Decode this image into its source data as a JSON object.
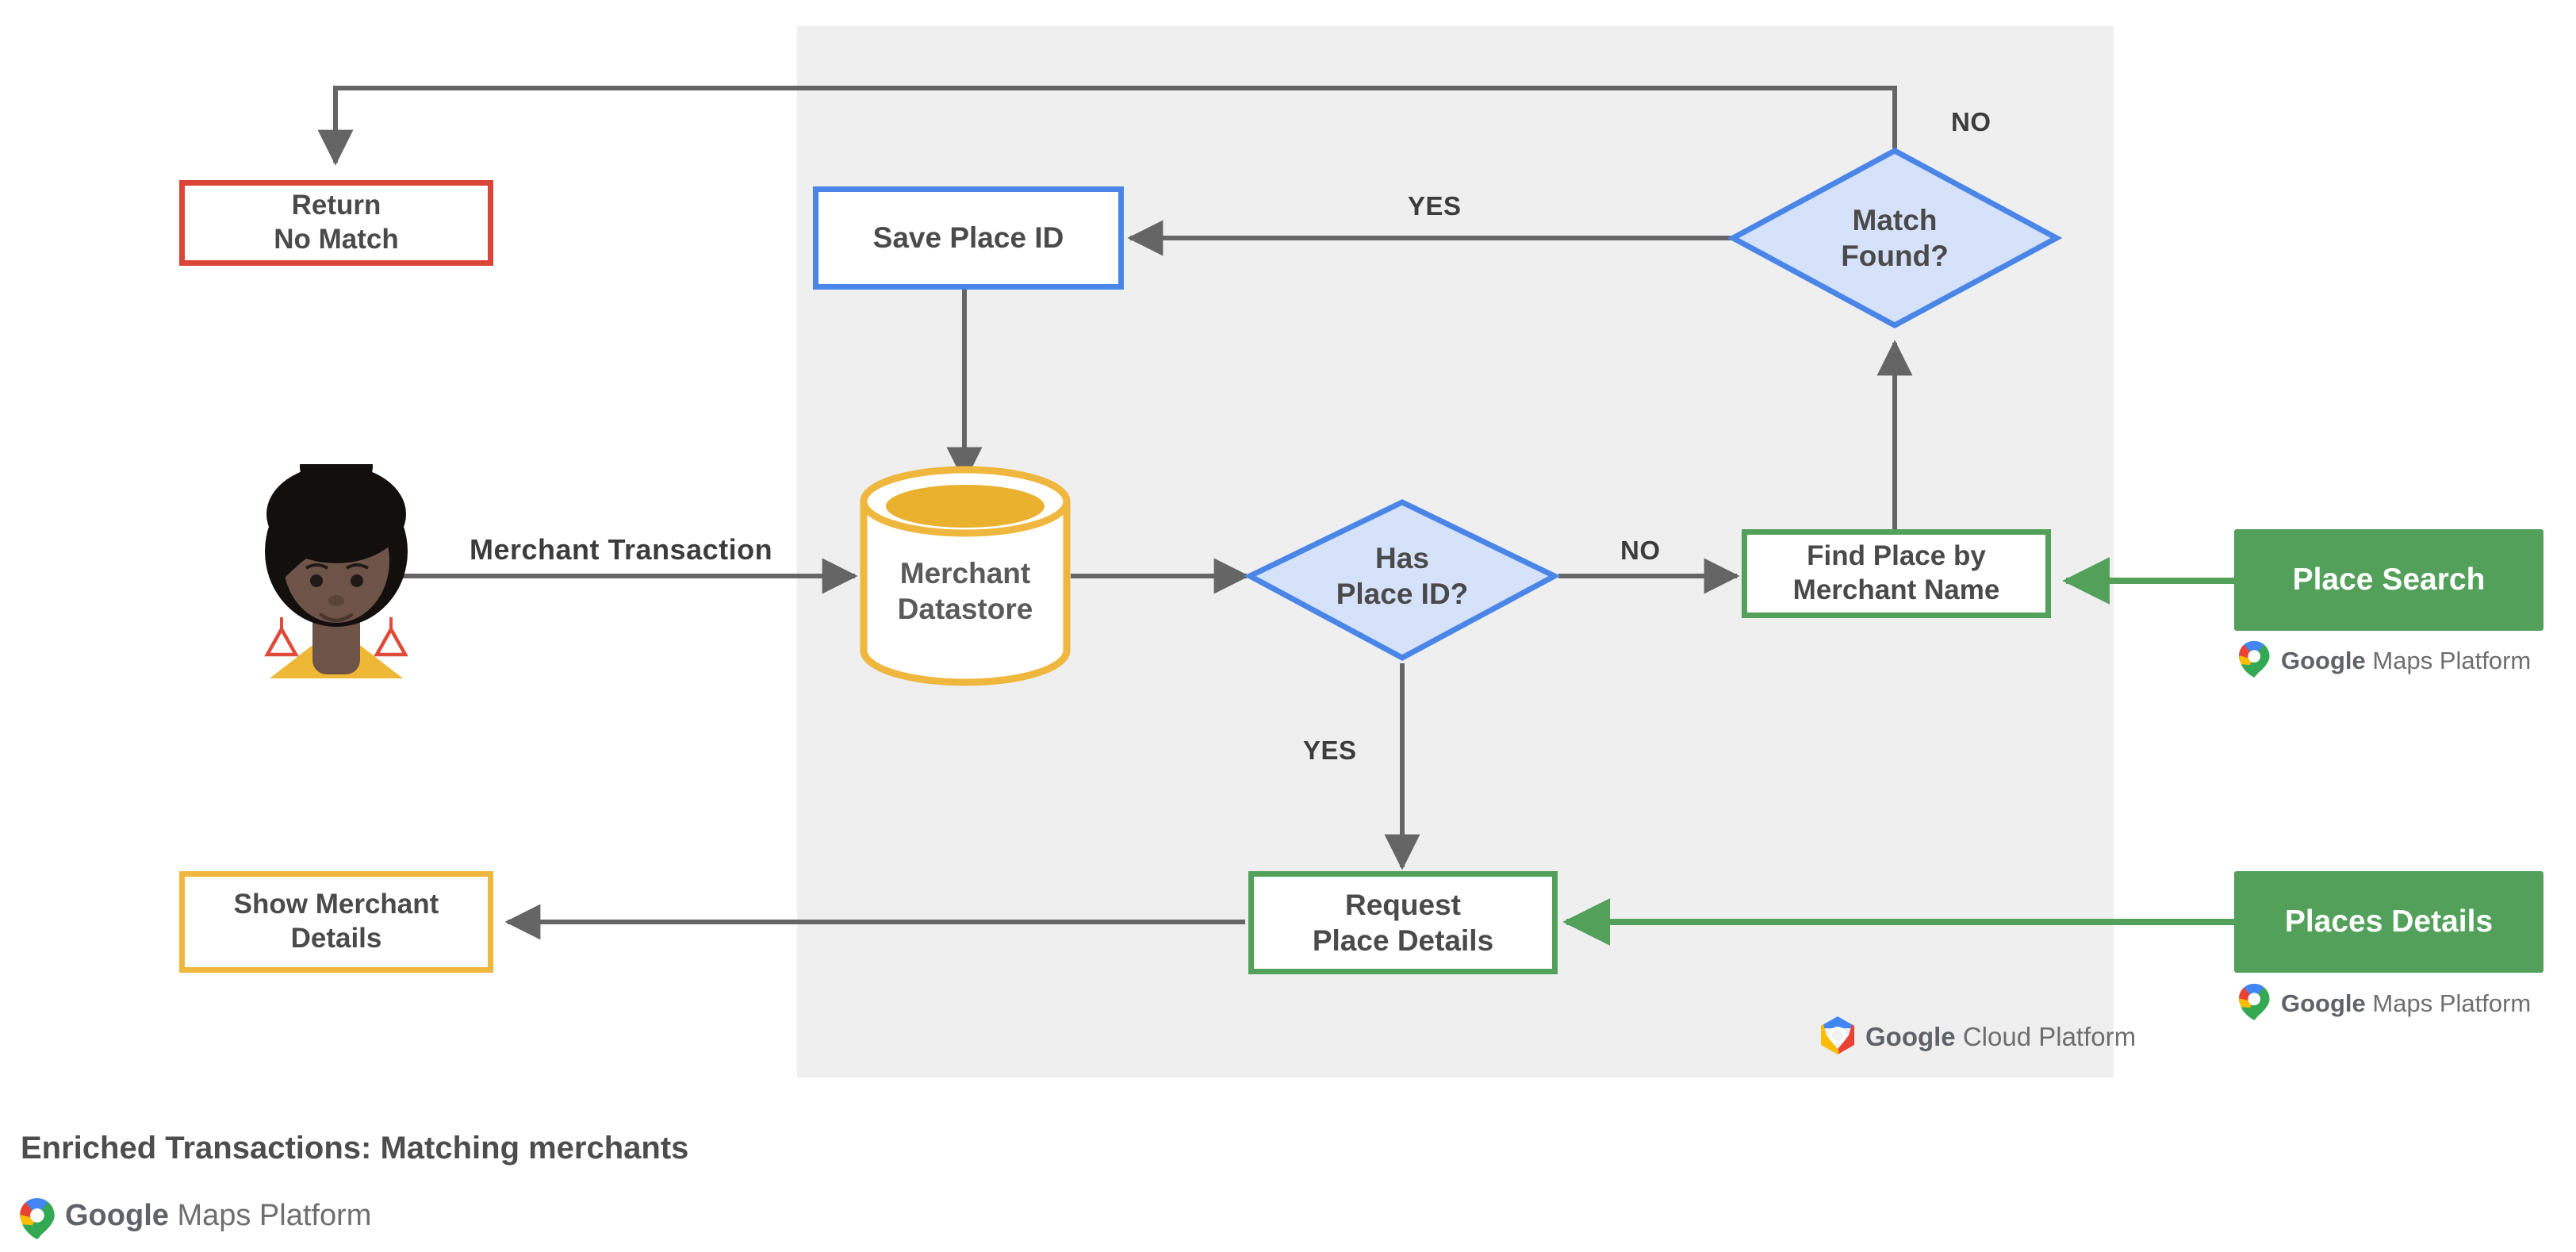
{
  "diagram": {
    "caption": "Enriched Transactions: Matching merchants",
    "panel_label": "google-cloud-platform-region",
    "colors": {
      "panel_bg": "#efefef",
      "red": "#db4537",
      "blue": "#4a86e8",
      "blue_fill": "#d6e2fa",
      "green": "#52a05a",
      "amber": "#efb73e",
      "arrow_gray": "#656565",
      "text_gray": "#4a4a4a"
    },
    "nodes": {
      "return_no_match": {
        "label": "Return\nNo Match"
      },
      "save_place_id": {
        "label": "Save Place ID"
      },
      "match_found": {
        "label": "Match\nFound?"
      },
      "merchant_datastore": {
        "label": "Merchant\nDatastore"
      },
      "has_place_id": {
        "label": "Has\nPlace ID?"
      },
      "find_place_by_merchant_name": {
        "label": "Find Place by\nMerchant Name"
      },
      "request_place_details": {
        "label": "Request\nPlace Details"
      },
      "show_merchant_details": {
        "label": "Show Merchant\nDetails"
      },
      "place_search": {
        "label": "Place Search"
      },
      "places_details": {
        "label": "Places Details"
      }
    },
    "edge_labels": {
      "merchant_transaction": "Merchant Transaction",
      "match_found_no": "NO",
      "match_found_yes": "YES",
      "has_place_id_no": "NO",
      "has_place_id_yes": "YES"
    },
    "logos": {
      "maps_platform_brand": "Google",
      "maps_platform_product": "Maps Platform",
      "cloud_platform_brand": "Google",
      "cloud_platform_product": "Cloud Platform",
      "maps_pin_icon": "google-maps-pin-icon",
      "cloud_hex_icon": "google-cloud-hexagon-icon",
      "avatar_icon": "user-avatar-icon"
    }
  }
}
